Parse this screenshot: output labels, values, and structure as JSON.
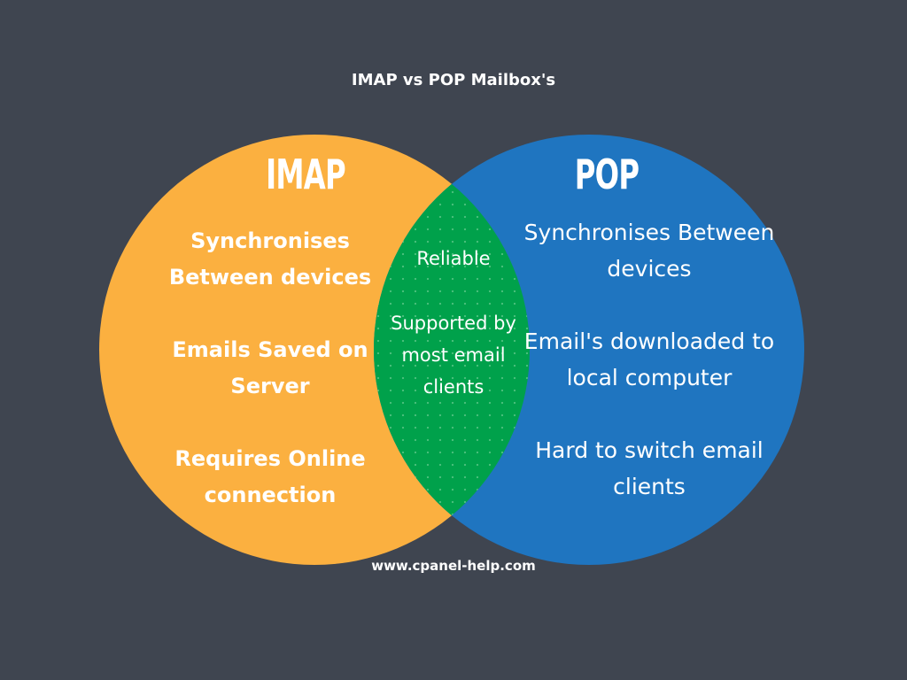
{
  "title": "IMAP vs POP Mailbox's",
  "colors": {
    "background": "#3f4550",
    "imap": "#fbb040",
    "pop": "#1f75c0",
    "overlap": "#00a14b",
    "text": "#ffffff"
  },
  "sets": {
    "imap": {
      "name": "IMAP",
      "items": [
        "Synchronises Between devices",
        "Emails Saved on Server",
        "Requires Online connection"
      ]
    },
    "pop": {
      "name": "POP",
      "items": [
        "Synchronises Between devices",
        "Email's downloaded to local computer",
        "Hard to switch email clients"
      ]
    },
    "both": {
      "items": [
        "Reliable",
        "Supported by most email clients"
      ]
    }
  },
  "footer": "www.cpanel-help.com"
}
